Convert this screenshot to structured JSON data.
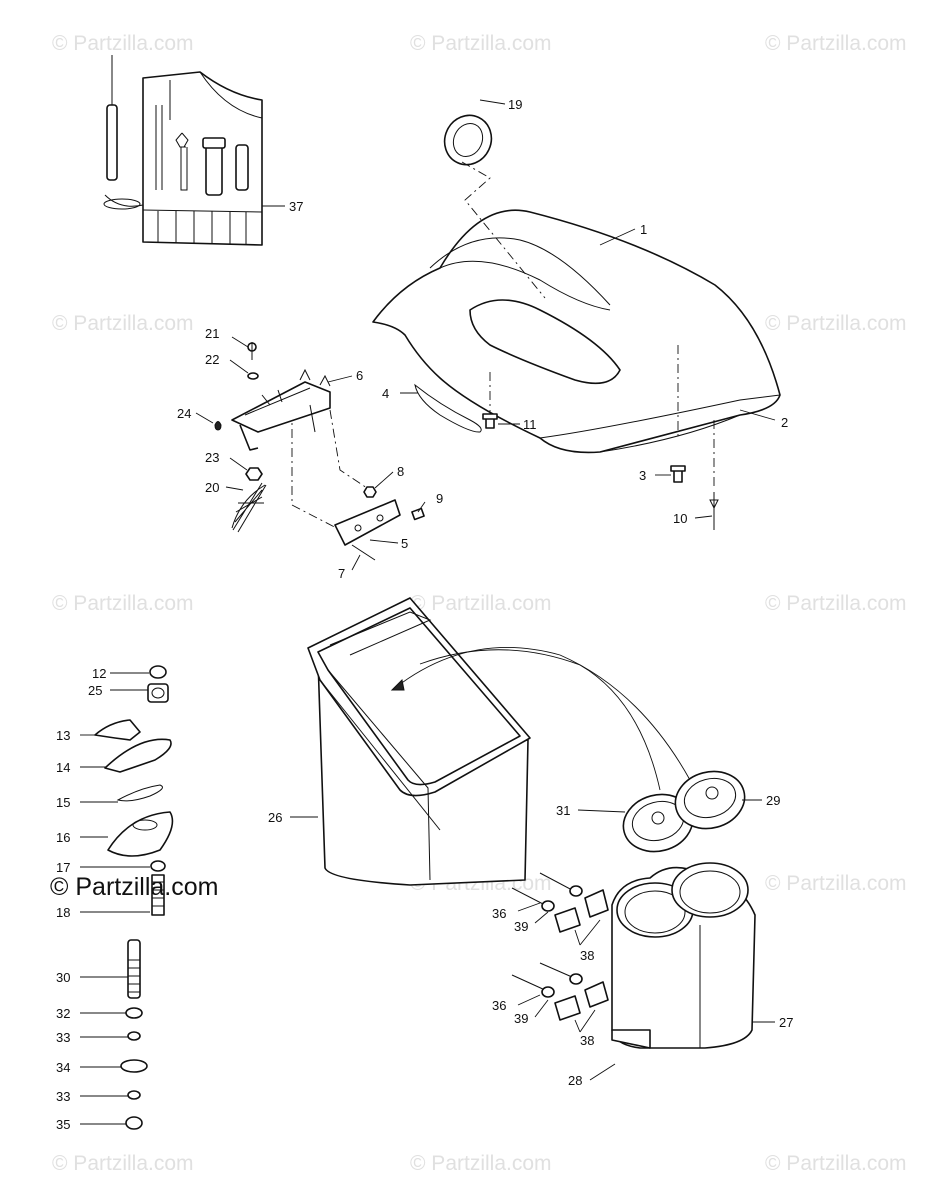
{
  "watermark": {
    "text": "© Partzilla.com",
    "prominent_text": "© Partzilla.com"
  },
  "labels": {
    "p1": "1",
    "p2": "2",
    "p3": "3",
    "p4": "4",
    "p5": "5",
    "p6": "6",
    "p7": "7",
    "p8": "8",
    "p9": "9",
    "p10": "10",
    "p11": "11",
    "p12": "12",
    "p13": "13",
    "p14": "14",
    "p15": "15",
    "p16": "16",
    "p17": "17",
    "p18": "18",
    "p19": "19",
    "p20": "20",
    "p21": "21",
    "p22": "22",
    "p23": "23",
    "p24": "24",
    "p25": "25",
    "p26": "26",
    "p27": "27",
    "p28": "28",
    "p29": "29",
    "p30": "30",
    "p31": "31",
    "p32": "32",
    "p33a": "33",
    "p33b": "33",
    "p34": "34",
    "p35": "35",
    "p36a": "36",
    "p36b": "36",
    "p37": "37",
    "p38a": "38",
    "p38b": "38",
    "p39a": "39",
    "p39b": "39"
  },
  "colors": {
    "line": "#111111",
    "watermark": "#e0e0e0",
    "background": "#ffffff"
  }
}
